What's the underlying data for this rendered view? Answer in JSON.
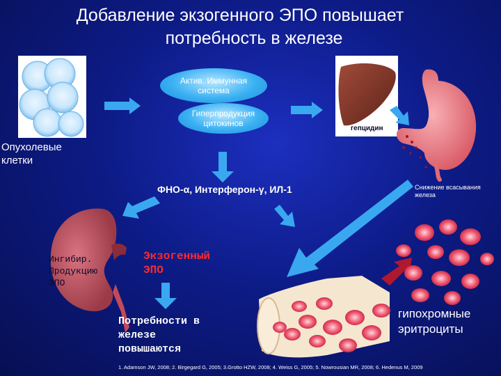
{
  "title": {
    "line1": "Добавление экзогенного ЭПО повышает",
    "line2": "потребность в железе"
  },
  "nodes": {
    "immune": "Актив. Иммунная система",
    "cytokines": "Гиперпродукция цитокинов",
    "tumor_cells": "Опухолевые клетки",
    "hepcidin": "гепцидин",
    "iron_absorption": "Снижение всасывания железа",
    "mediators": "ФНО-α, Интерферон-γ, ИЛ-1",
    "kidney_line1": "Ингибир.",
    "kidney_line2": "Продукцию",
    "kidney_line3": "ЭПО",
    "exo_epo_line1": "Экзогенный",
    "exo_epo_line2": "ЭПО",
    "iron_need_line1": "Потребности в",
    "iron_need_line2": "железе",
    "iron_need_line3": "повышаются",
    "rbc_line1": "гипохромные",
    "rbc_line2": "эритроциты"
  },
  "references": "1. Adamson JW, 2008; 2. Birgegard G, 2005; 3.Grotto HZW, 2008; 4. Weiss G, 2005; 5. Nowrousian MR, 2008; 6. Hedenus M, 2009",
  "colors": {
    "background": "#0d1b86",
    "oval": "#3ab1f3",
    "arrow": "#3aa8f0",
    "liver": "#8a3a2e",
    "stomach": "#e8707a",
    "kidney": "#b8505c",
    "epo_text": "#ff2a2a",
    "rbc": "#e83a58"
  }
}
